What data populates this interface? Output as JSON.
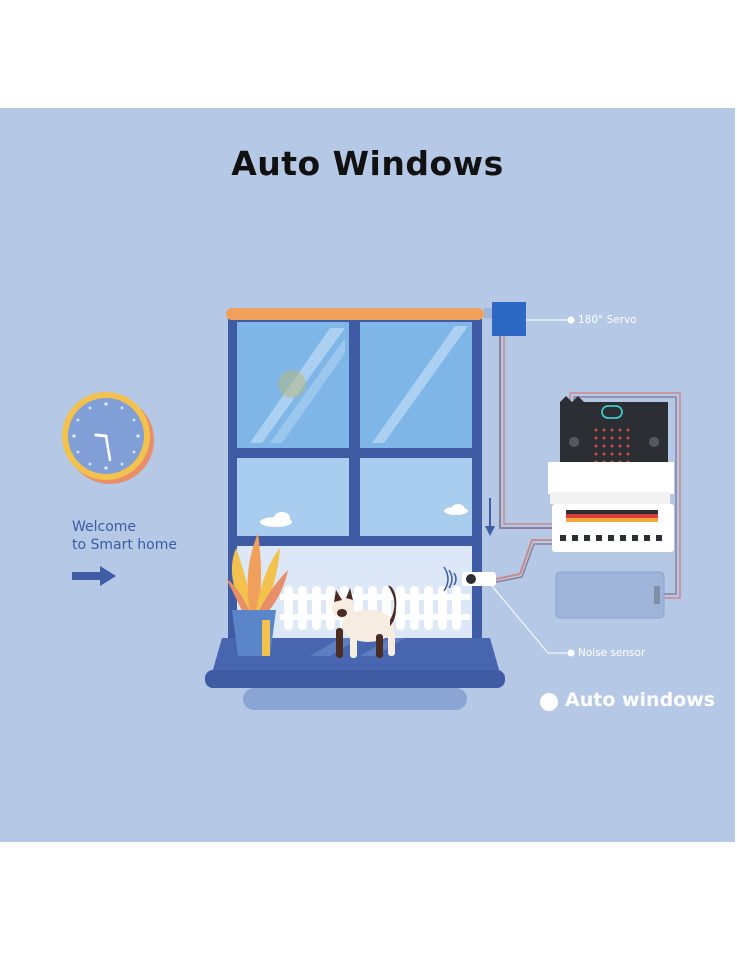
{
  "title": "Auto Windows",
  "welcome": {
    "line1": "Welcome",
    "line2": "to Smart home"
  },
  "callouts": {
    "servo": "180° Servo",
    "noise_sensor": "Noise sensor"
  },
  "mode_label": "Auto windows",
  "colors": {
    "background": "#b5c8e5",
    "frame": "#3e5ba3",
    "glass": "#7fb6e8",
    "curtain_rod": "#f0a05a",
    "servo": "#2d68c4",
    "board": "#2b2e33",
    "accent_text": "#3e5ba3"
  }
}
